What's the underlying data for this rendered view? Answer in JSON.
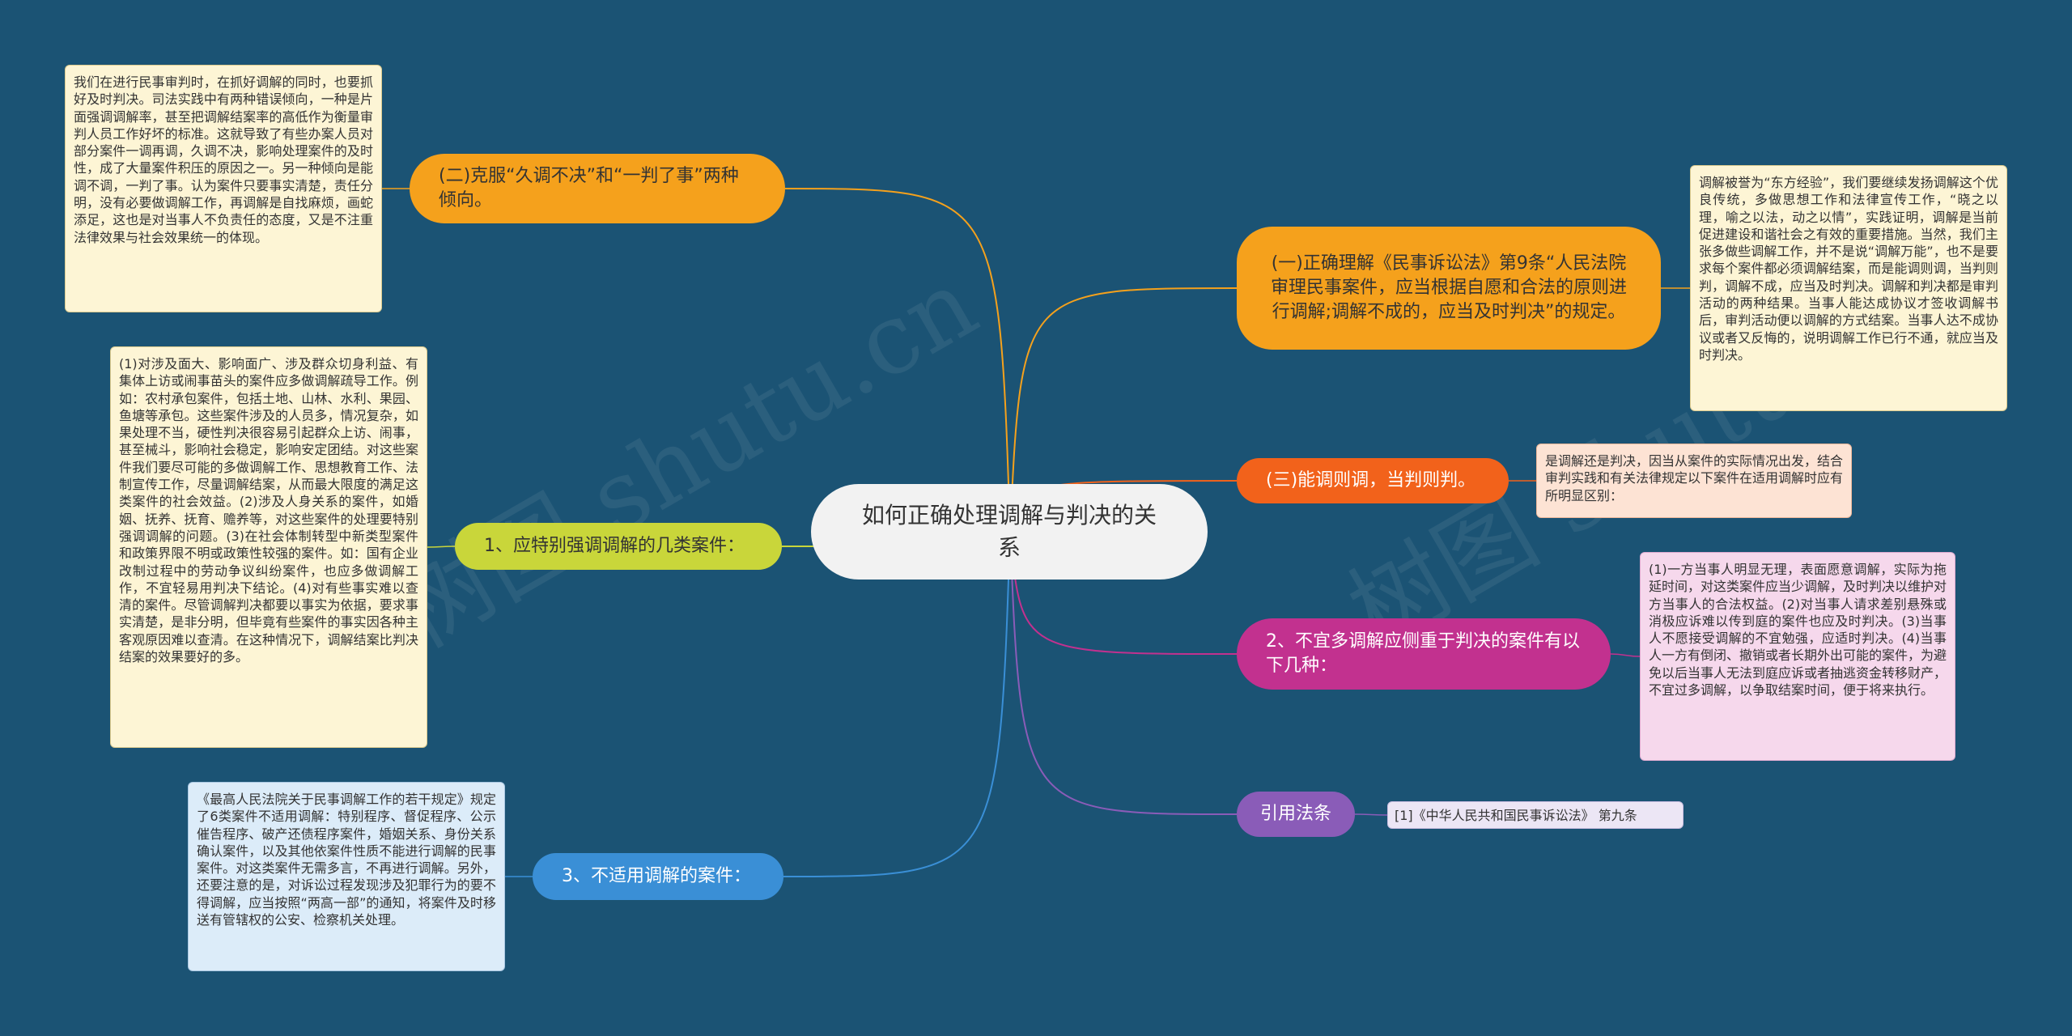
{
  "root": {
    "title": "如何正确处理调解与判决的关系"
  },
  "branches": [
    {
      "id": "b1",
      "label": "(一)正确理解《民事诉讼法》第9条“人民法院审理民事案件，应当根据自愿和合法的原则进行调解;调解不成的，应当及时判决”的规定。",
      "color": "#f5a11c",
      "text_color": "#333333",
      "edge_color": "#f5a11c"
    },
    {
      "id": "b2",
      "label": "(二)克服“久调不决”和“一判了事”两种倾向。",
      "color": "#f5a11c",
      "text_color": "#333333",
      "edge_color": "#f5a11c"
    },
    {
      "id": "b3",
      "label": "(三)能调则调，当判则判。",
      "color": "#f2621b",
      "text_color": "#ffffff",
      "edge_color": "#f2621b"
    },
    {
      "id": "b4",
      "label": "1、应特别强调调解的几类案件：",
      "color": "#c9d63a",
      "text_color": "#333333",
      "edge_color": "#c9d63a"
    },
    {
      "id": "b5",
      "label": "2、不宜多调解应侧重于判决的案件有以下几种：",
      "color": "#c2318f",
      "text_color": "#ffffff",
      "edge_color": "#c2318f"
    },
    {
      "id": "b6",
      "label": "3、不适用调解的案件：",
      "color": "#3a8fd6",
      "text_color": "#ffffff",
      "edge_color": "#3a8fd6"
    },
    {
      "id": "b7",
      "label": "引用法条",
      "color": "#8a5cb8",
      "text_color": "#ffffff",
      "edge_color": "#8a5cb8"
    }
  ],
  "leaves": [
    {
      "id": "l1",
      "text": "调解被誉为“东方经验”，我们要继续发扬调解这个优良传统，多做思想工作和法律宣传工作，“晓之以理，喻之以法，动之以情”，实践证明，调解是当前促进建设和谐社会之有效的重要措施。当然，我们主张多做些调解工作，并不是说“调解万能”，也不是要求每个案件都必须调解结案，而是能调则调，当判则判，调解不成，应当及时判决。调解和判决都是审判活动的两种结果。当事人能达成协议才签收调解书后，审判活动便以调解的方式结案。当事人达不成协议或者又反悔的，说明调解工作已行不通，就应当及时判决。"
    },
    {
      "id": "l2",
      "text": "我们在进行民事审判时，在抓好调解的同时，也要抓好及时判决。司法实践中有两种错误倾向，一种是片面强调调解率，甚至把调解结案率的高低作为衡量审判人员工作好坏的标准。这就导致了有些办案人员对部分案件一调再调，久调不决，影响处理案件的及时性，成了大量案件积压的原因之一。另一种倾向是能调不调，一判了事。认为案件只要事实清楚，责任分明，没有必要做调解工作，再调解是自找麻烦，画蛇添足，这也是对当事人不负责任的态度，又是不注重法律效果与社会效果统一的体现。"
    },
    {
      "id": "l3",
      "text": "是调解还是判决，因当从案件的实际情况出发，结合审判实践和有关法律规定以下案件在适用调解时应有所明显区别："
    },
    {
      "id": "l4",
      "text": "(1)对涉及面大、影响面广、涉及群众切身利益、有集体上访或闹事苗头的案件应多做调解疏导工作。例如：农村承包案件，包括土地、山林、水利、果园、鱼塘等承包。这些案件涉及的人员多，情况复杂，如果处理不当，硬性判决很容易引起群众上访、闹事，甚至械斗，影响社会稳定，影响安定团结。对这些案件我们要尽可能的多做调解工作、思想教育工作、法制宣传工作，尽量调解结案，从而最大限度的满足这类案件的社会效益。(2)涉及人身关系的案件，如婚姻、抚养、抚育、赡养等，对这些案件的处理要特别强调调解的问题。(3)在社会体制转型中新类型案件和政策界限不明或政策性较强的案件。如：国有企业改制过程中的劳动争议纠纷案件，也应多做调解工作，不宜轻易用判决下结论。(4)对有些事实难以查清的案件。尽管调解判决都要以事实为依据，要求事实清楚，是非分明，但毕竟有些案件的事实因各种主客观原因难以查清。在这种情况下，调解结案比判决结案的效果要好的多。"
    },
    {
      "id": "l5",
      "text": "(1)一方当事人明显无理，表面愿意调解，实际为拖延时间，对这类案件应当少调解，及时判决以维护对方当事人的合法权益。(2)对当事人请求差别悬殊或消极应诉难以传到庭的案件也应及时判决。(3)当事人不愿接受调解的不宜勉强，应适时判决。(4)当事人一方有倒闭、撤销或者长期外出可能的案件，为避免以后当事人无法到庭应诉或者抽逃资金转移财产，不宜过多调解，以争取结案时间，便于将来执行。"
    },
    {
      "id": "l6",
      "text": "《最高人民法院关于民事调解工作的若干规定》规定了6类案件不适用调解：特别程序、督促程序、公示催告程序、破产还债程序案件，婚姻关系、身份关系确认案件，以及其他依案件性质不能进行调解的民事案件。对这类案件无需多言，不再进行调解。另外，还要注意的是，对诉讼过程发现涉及犯罪行为的要不得调解，应当按照“两高一部”的通知，将案件及时移送有管辖权的公安、检察机关处理。"
    },
    {
      "id": "l7",
      "text": "[1]《中华人民共和国民事诉讼法》 第九条"
    }
  ],
  "watermarks": [
    "树图 shutu.cn",
    "树图 shutu.cn"
  ]
}
